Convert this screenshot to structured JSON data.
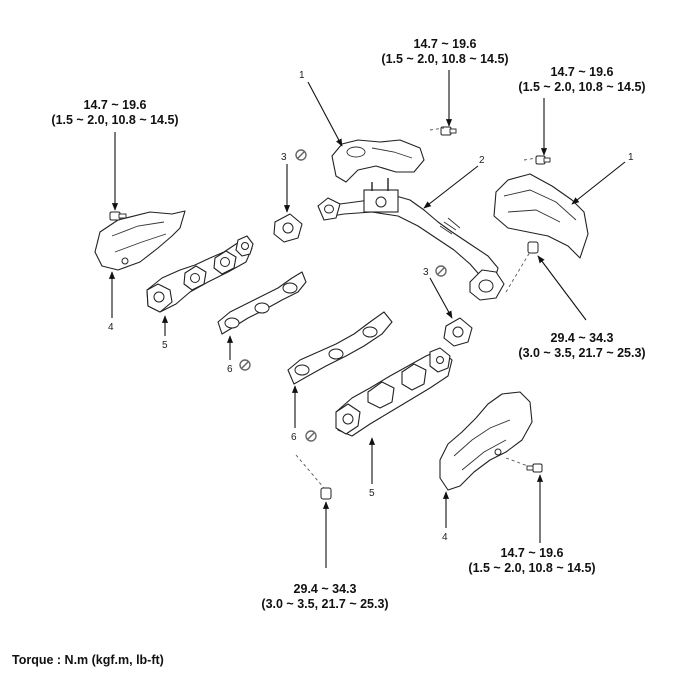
{
  "torque_labels": {
    "t1": {
      "line1": "14.7 ~ 19.6",
      "line2": "(1.5 ~ 2.0, 10.8 ~ 14.5)"
    },
    "t2": {
      "line1": "14.7 ~ 19.6",
      "line2": "(1.5 ~ 2.0, 10.8 ~ 14.5)"
    },
    "t3": {
      "line1": "14.7 ~ 19.6",
      "line2": "(1.5 ~ 2.0, 10.8 ~ 14.5)"
    },
    "t4": {
      "line1": "29.4 ~ 34.3",
      "line2": "(3.0 ~ 3.5, 21.7 ~ 25.3)"
    },
    "t5": {
      "line1": "14.7 ~ 19.6",
      "line2": "(1.5 ~ 2.0, 10.8 ~ 14.5)"
    },
    "t6": {
      "line1": "29.4 ~ 34.3",
      "line2": "(3.0 ~ 3.5, 21.7 ~ 25.3)"
    }
  },
  "callouts": {
    "c1a": "1",
    "c1b": "1",
    "c2": "2",
    "c3a": "3",
    "c3b": "3",
    "c4a": "4",
    "c4b": "4",
    "c5a": "5",
    "c5b": "5",
    "c6a": "6",
    "c6b": "6"
  },
  "footer": {
    "note": "Torque : N.m (kgf.m, lb-ft)"
  }
}
